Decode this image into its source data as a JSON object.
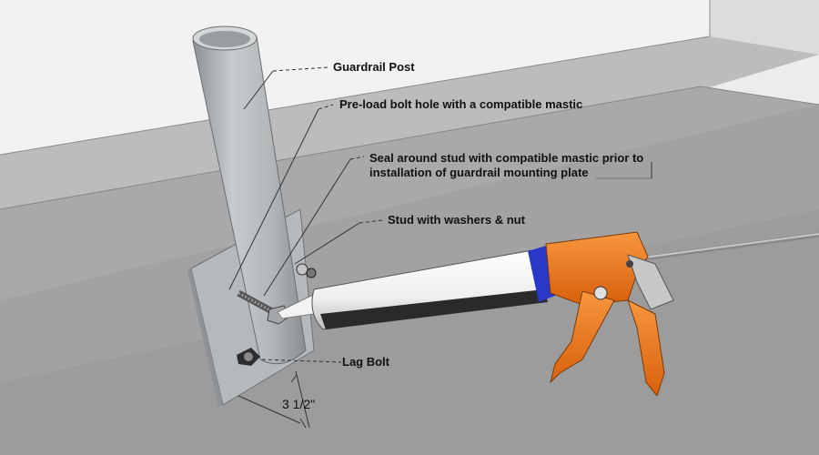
{
  "callouts": {
    "guardrail_post": "Guardrail Post",
    "preload_bolt_hole": "Pre-load bolt hole with a compatible mastic",
    "seal_stud_line1": "Seal around stud with compatible mastic prior to",
    "seal_stud_line2": "installation of guardrail mounting plate",
    "stud_washers_nut": "Stud with washers & nut",
    "lag_bolt": "Lag Bolt",
    "dimension": "3 1/2\""
  },
  "colors": {
    "background_top": "#f0f0f0",
    "roof_surface": "#a7a7a7",
    "galvanized_steel": "#b9bcbe",
    "caulk_gun_orange": "#f07a1e",
    "cartridge_white": "#f6f6f6",
    "cartridge_blue_ring": "#2a38c8"
  },
  "icons": [
    "guardrail-post-illustration",
    "mounting-plate-illustration",
    "caulk-gun-illustration",
    "lag-bolt-illustration",
    "stud-illustration"
  ]
}
